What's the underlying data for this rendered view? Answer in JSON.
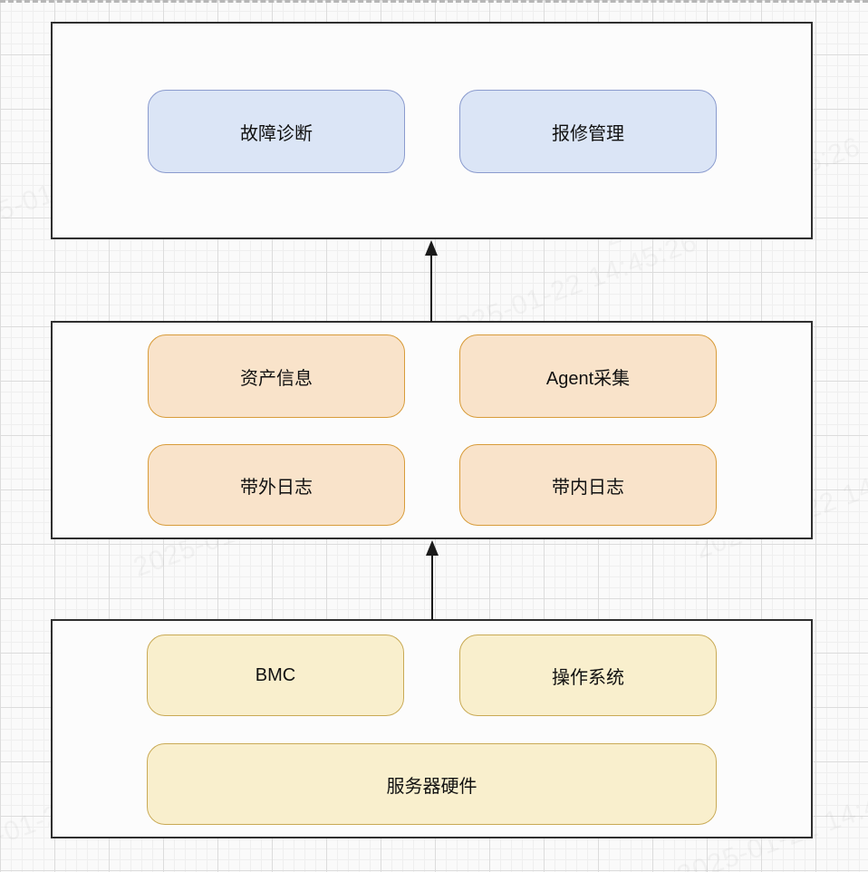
{
  "diagram": {
    "watermark": {
      "text": "2025-01-22 14:45:26"
    },
    "layers": [
      {
        "id": "application-layer",
        "nodes": [
          {
            "label": "故障诊断",
            "style": "blue"
          },
          {
            "label": "报修管理",
            "style": "blue"
          }
        ]
      },
      {
        "id": "data-collection-layer",
        "nodes": [
          {
            "label": "资产信息",
            "style": "orange"
          },
          {
            "label": "Agent采集",
            "style": "orange"
          },
          {
            "label": "带外日志",
            "style": "orange"
          },
          {
            "label": "带内日志",
            "style": "orange"
          }
        ]
      },
      {
        "id": "infrastructure-layer",
        "nodes": [
          {
            "label": "BMC",
            "style": "yellow"
          },
          {
            "label": "操作系统",
            "style": "yellow"
          },
          {
            "label": "服务器硬件",
            "style": "yellow",
            "wide": true
          }
        ]
      }
    ],
    "connectors": [
      {
        "from": "data-collection-layer",
        "to": "application-layer",
        "direction": "up"
      },
      {
        "from": "infrastructure-layer",
        "to": "data-collection-layer",
        "direction": "up"
      }
    ],
    "colors": {
      "background": "#fafafa",
      "grid_minor": "#efefef",
      "grid_major": "#dcdcdc",
      "section_fill": "#fcfcfc",
      "section_border": "#2f2f2f",
      "blue_fill": "#dbe5f6",
      "blue_border": "#8a9bce",
      "orange_fill": "#f9e3ca",
      "orange_border": "#d89c3a",
      "yellow_fill": "#f9efcd",
      "yellow_border": "#c9aa55",
      "arrow": "#1a1a1a",
      "dashed_divider": "#b6b6b6",
      "text": "#111111"
    }
  }
}
